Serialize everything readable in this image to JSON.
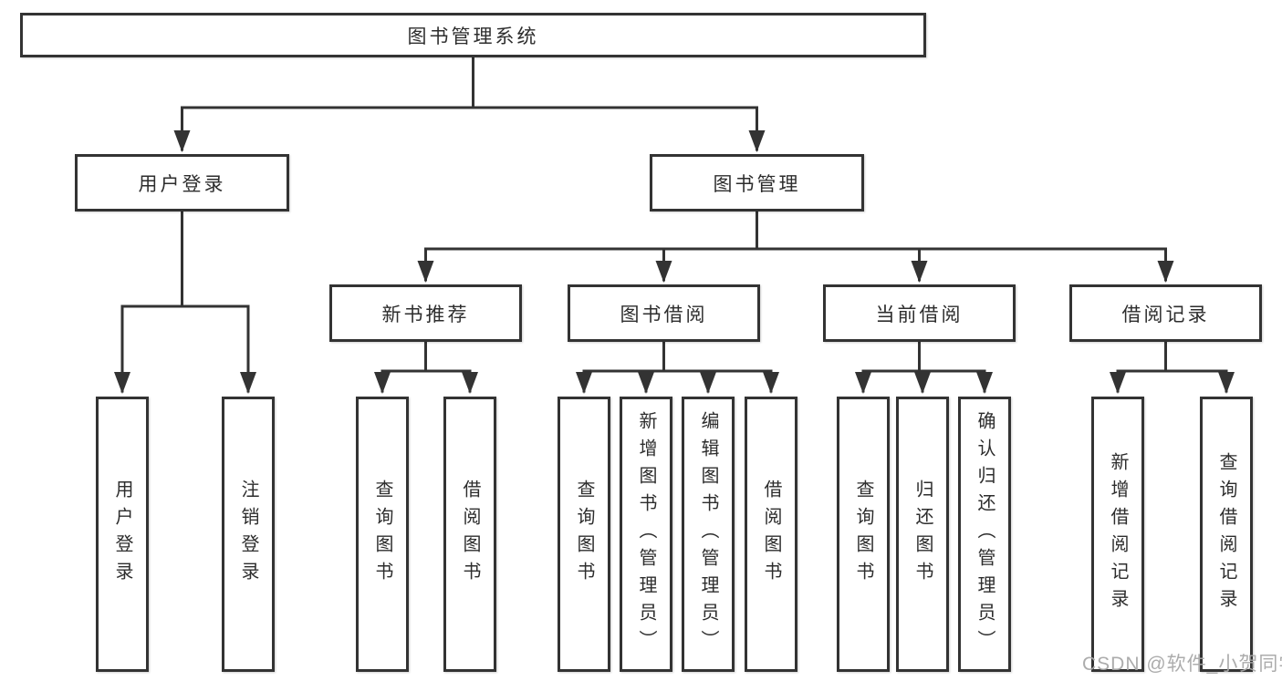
{
  "diagram": {
    "root": {
      "label": "图书管理系统"
    },
    "level2": [
      {
        "label": "用户登录"
      },
      {
        "label": "图书管理"
      }
    ],
    "level3": [
      {
        "label": "新书推荐",
        "parent": "图书管理"
      },
      {
        "label": "图书借阅",
        "parent": "图书管理"
      },
      {
        "label": "当前借阅",
        "parent": "图书管理"
      },
      {
        "label": "借阅记录",
        "parent": "图书管理"
      }
    ],
    "level4": [
      {
        "label": "用户登录",
        "parent": "用户登录"
      },
      {
        "label": "注销登录",
        "parent": "用户登录"
      },
      {
        "label": "查询图书",
        "parent": "新书推荐"
      },
      {
        "label": "借阅图书",
        "parent": "新书推荐"
      },
      {
        "label": "查询图书",
        "parent": "图书借阅"
      },
      {
        "label": "新增图书（管理员）",
        "parent": "图书借阅"
      },
      {
        "label": "编辑图书（管理员）",
        "parent": "图书借阅"
      },
      {
        "label": "借阅图书",
        "parent": "图书借阅"
      },
      {
        "label": "查询图书",
        "parent": "当前借阅"
      },
      {
        "label": "归还图书",
        "parent": "当前借阅"
      },
      {
        "label": "确认归还（管理员）",
        "parent": "当前借阅"
      },
      {
        "label": "新增借阅记录",
        "parent": "借阅记录"
      },
      {
        "label": "查询借阅记录",
        "parent": "借阅记录"
      }
    ]
  },
  "watermark": {
    "text": "CSDN @软件_小贺同学"
  },
  "colors": {
    "line": "#333333",
    "box_border": "#333333",
    "text": "#2d2d2d",
    "watermark": "#a8a8a8",
    "background": "#ffffff"
  }
}
